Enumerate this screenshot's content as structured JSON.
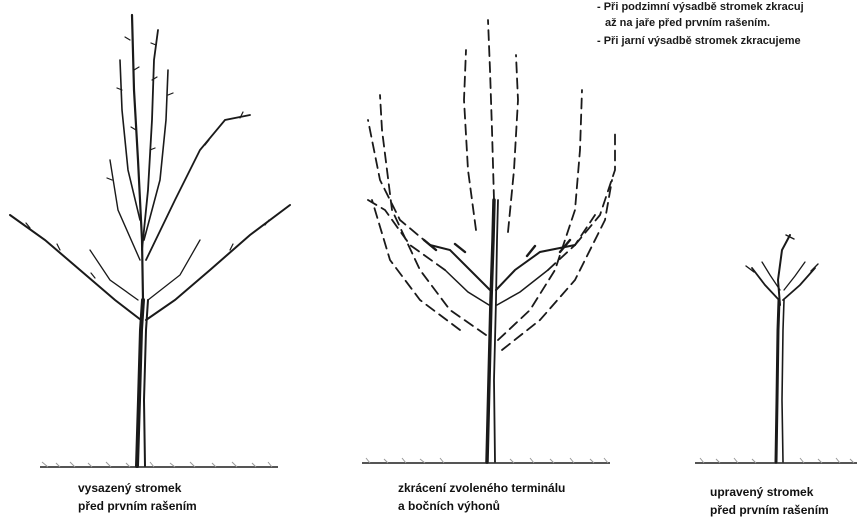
{
  "notes": [
    "- Při podzimní výsadbě stromek zkracuj",
    "až na jaře před prvním rašením.",
    "- Při jarní výsadbě stromek zkracujeme"
  ],
  "captions": {
    "tree1": [
      "vysazený stromek",
      "před prvním rašením"
    ],
    "tree2": [
      "zkrácení zvoleného terminálu",
      "a bočních výhonů"
    ],
    "tree3": [
      "upravený stromek",
      "před prvním rašením"
    ]
  },
  "colors": {
    "ink": "#1a1a1a",
    "ground": "#888888",
    "text": "#111111"
  }
}
